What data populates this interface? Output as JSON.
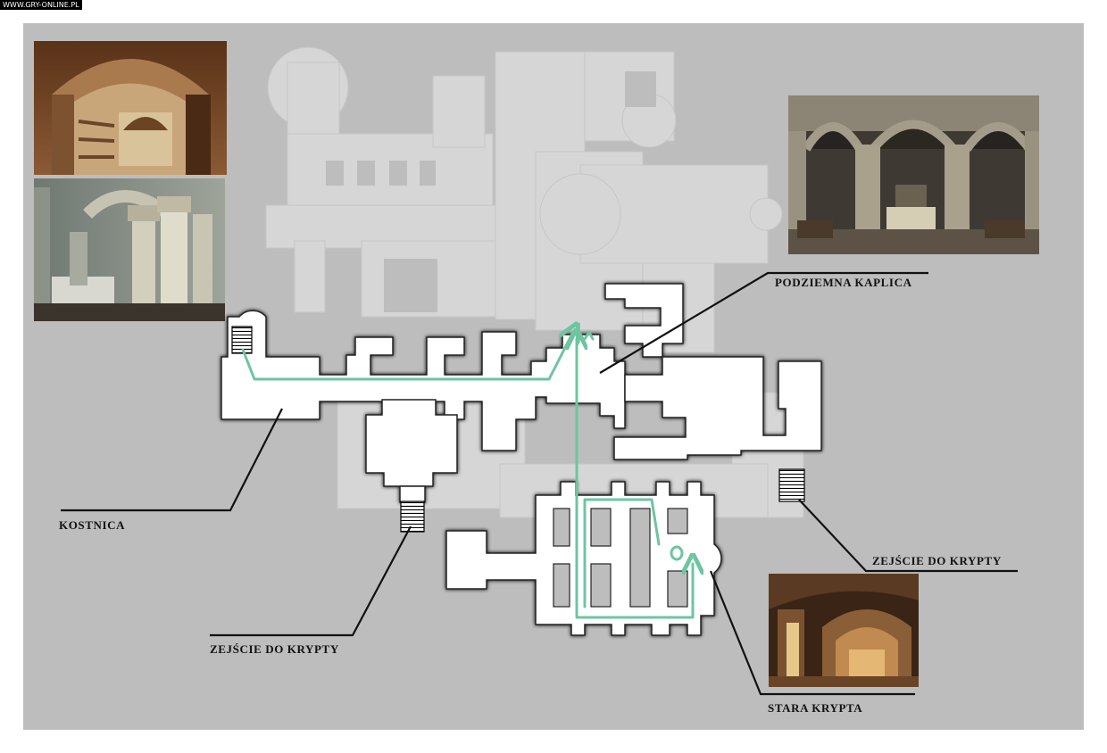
{
  "source_watermark": "WWW.GRY-ONLINE.PL",
  "labels": {
    "chapel": "PODZIEMNA KAPLICA",
    "ossuary": "KOSTNICA",
    "descent_left": "ZEJŚCIE DO KRYPTY",
    "descent_right": "ZEJŚCIE DO KRYPTY",
    "old_crypt": "STARA KRYPTA"
  },
  "photos": [
    {
      "icon": "ossuary-photo"
    },
    {
      "icon": "columns-photo"
    },
    {
      "icon": "chapel-photo"
    },
    {
      "icon": "catacomb-photo"
    }
  ],
  "colors": {
    "background": "#bdbdbd",
    "upper_floor": "#d6d6d6",
    "crypt_floor": "#ffffff",
    "route": "#6dc5a1",
    "leader_line": "#111111"
  }
}
